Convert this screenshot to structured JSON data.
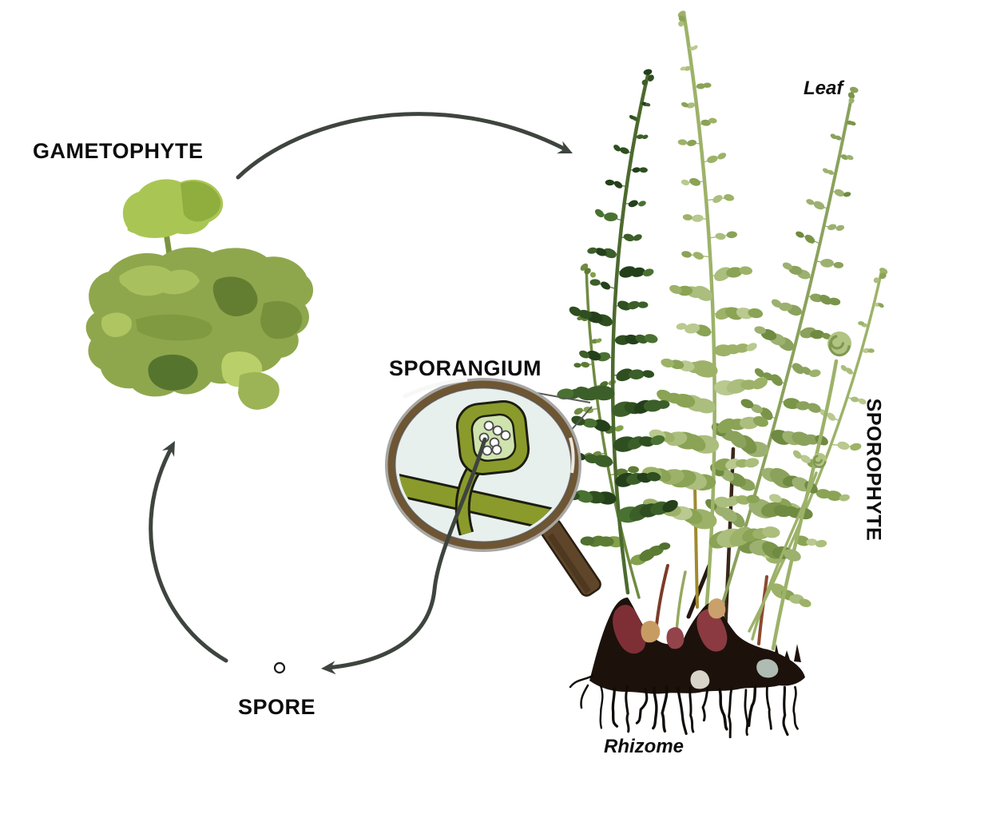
{
  "diagram": {
    "labels": {
      "gametophyte": "GAMETOPHYTE",
      "sporangium": "SPORANGIUM",
      "spore": "SPORE",
      "sporophyte": "SPOROPHYTE",
      "leaf": "Leaf",
      "rhizome": "Rhizome"
    },
    "cycle_arrows": [
      {
        "from": "GAMETOPHYTE",
        "to": "SPOROPHYTE"
      },
      {
        "from": "SPORANGIUM",
        "to": "SPORE"
      },
      {
        "from": "SPORE",
        "to": "GAMETOPHYTE"
      }
    ],
    "sporangium_spore_dots": 7,
    "colors": {
      "background": "#ffffff",
      "label_text": "#0d0d0d",
      "arrow": "#3e443e",
      "callout_line": "#5a5a58",
      "lens_fill": "#e8f0ee",
      "rim_outer": "#a7a7a5",
      "rim_inner": "#6f5633",
      "rim_edge": "#57524c",
      "rim_highlight": "#f7f7f4",
      "handle": "#5f462a",
      "handle_dark": "#3f2d18",
      "handle_outline": "#2a1f12",
      "sporangium_body": "#8a9b2b",
      "sporangium_inner": "#cfe3ae",
      "sporangium_outline": "#1d1d10",
      "spore_dot_fill": "#ffffff",
      "spore_dot_stroke": "#4a4a4a",
      "spore_fill": "#ffffff",
      "spore_stroke": "#1a1a1a",
      "fern_dark": [
        "#24401b",
        "#2f4f20",
        "#3c5f29",
        "#497232"
      ],
      "fern_light": [
        "#9db268",
        "#8aa355",
        "#abbe7d",
        "#b9c98f"
      ],
      "fern_mid": [
        "#8ba25c",
        "#7a9549",
        "#9cb170",
        "#6f8a41"
      ],
      "fern_dm": [
        "#6f8a41",
        "#5d7c33",
        "#83a04b",
        "#4f7030"
      ],
      "stem_dark": "#4d6a2e",
      "stem_light": "#9db269",
      "stem_mid": "#8ba25c",
      "fiddlehead_fill": "#b3c383",
      "fiddlehead_line": "#7e9950",
      "rhizome_dark": "#1c120b",
      "rhizome_maroon": "#7e2f36",
      "rhizome_maroon2": "#8a3a40",
      "rhizome_maroon3": "#93434a",
      "rhizome_tan": "#c79c63",
      "rhizome_tan2": "#caa06b",
      "rhizome_slate": "#aebcb4",
      "rhizome_gap": "#d8d5c8",
      "root": "#100c08",
      "gametophyte_base": "#8fa74c",
      "gametophyte_patches": [
        "#a9c05e",
        "#647e31",
        "#b9d06a",
        "#55752f",
        "#7f9a40",
        "#aec561",
        "#76903c",
        "#9cb455"
      ],
      "gametophyte_leaf": "#a9c654",
      "gametophyte_leaf_dark": "#8fae3e",
      "gametophyte_stalk": "#7c9440",
      "bare_stems": [
        "#3a2718",
        "#7c3b28",
        "#8a4a2f",
        "#241811",
        "#97a85f"
      ]
    }
  }
}
